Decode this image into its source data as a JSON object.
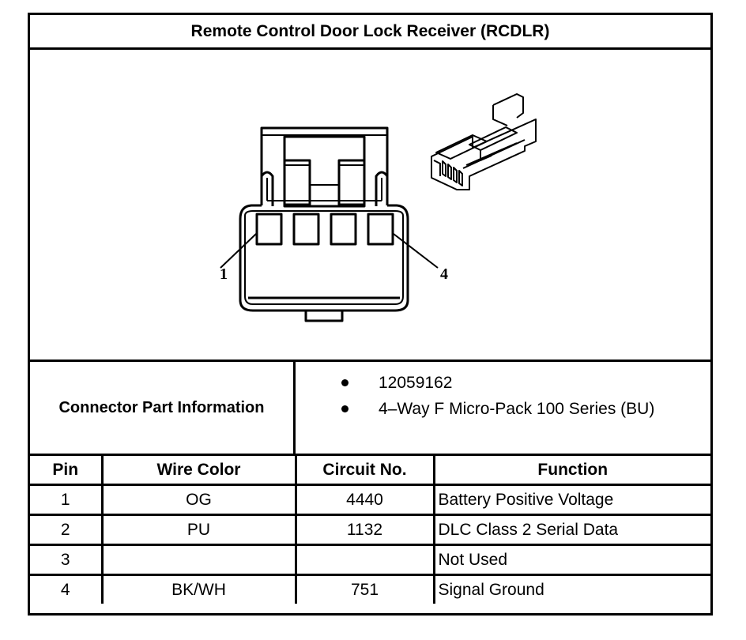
{
  "title": "Remote Control Door Lock Receiver (RCDLR)",
  "figure": {
    "connector_face_view": {
      "cavity_count": 4,
      "pin_labels": [
        "1",
        "4"
      ]
    },
    "connector_3d_view": {
      "description": "4-way connector isometric view"
    }
  },
  "connector_info": {
    "label": "Connector Part Information",
    "items": [
      "12059162",
      "4–Way F Micro-Pack 100 Series (BU)"
    ]
  },
  "pin_table": {
    "headers": [
      "Pin",
      "Wire Color",
      "Circuit No.",
      "Function"
    ],
    "rows": [
      {
        "pin": "1",
        "wire_color": "OG",
        "circuit": "4440",
        "function": "Battery Positive Voltage"
      },
      {
        "pin": "2",
        "wire_color": "PU",
        "circuit": "1132",
        "function": "DLC Class 2 Serial Data"
      },
      {
        "pin": "3",
        "wire_color": "",
        "circuit": "",
        "function": "Not Used"
      },
      {
        "pin": "4",
        "wire_color": "BK/WH",
        "circuit": "751",
        "function": "Signal Ground"
      }
    ]
  }
}
